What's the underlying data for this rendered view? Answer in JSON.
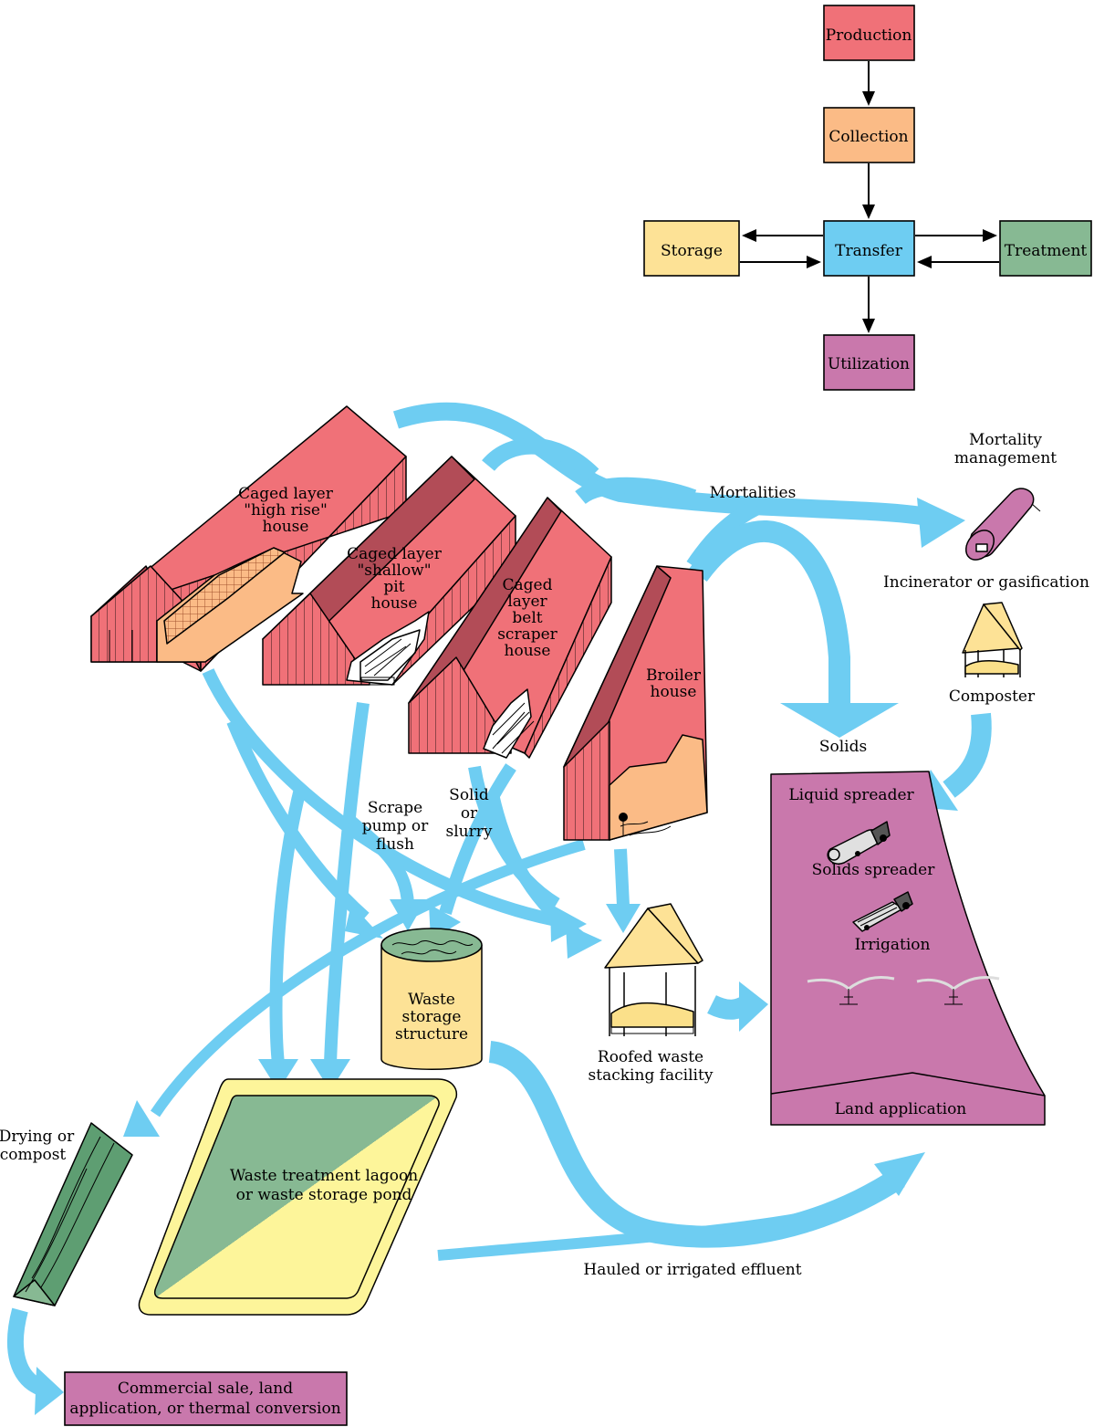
{
  "colors": {
    "production": "#f07178",
    "collection": "#fbbb86",
    "transfer": "#6ecdf2",
    "storage": "#fde296",
    "treatment": "#87b993",
    "utilization": "#c978ac",
    "flow": "#6ecdf2",
    "house": "#f07178",
    "house_dark": "#b24c57",
    "lagoon_green": "#87b993",
    "lagoon_yellow": "#fdf59a",
    "compost_green": "#5e9e72"
  },
  "legend": {
    "production": "Production",
    "collection": "Collection",
    "transfer": "Transfer",
    "storage": "Storage",
    "treatment": "Treatment",
    "utilization": "Utilization"
  },
  "houses": {
    "high_rise": [
      "Caged layer",
      "\"high rise\"",
      "house"
    ],
    "shallow_pit": [
      "Caged layer",
      "\"shallow\"",
      "pit",
      "house"
    ],
    "belt_scraper": [
      "Caged",
      "layer",
      "belt",
      "scraper",
      "house"
    ],
    "broiler": [
      "Broiler",
      "house"
    ]
  },
  "labels": {
    "mortality_management": [
      "Mortality",
      "management"
    ],
    "mortalities": "Mortalities",
    "incinerator": "Incinerator or gasification",
    "composter": "Composter",
    "solids": "Solids",
    "scrape": [
      "Scrape",
      "pump or",
      "flush"
    ],
    "solid_slurry": [
      "Solid",
      "or",
      "slurry"
    ],
    "waste_storage_structure": [
      "Waste",
      "storage",
      "structure"
    ],
    "roofed_facility": [
      "Roofed waste",
      "stacking facility"
    ],
    "liquid_spreader": "Liquid spreader",
    "solids_spreader": "Solids spreader",
    "irrigation": "Irrigation",
    "land_application": "Land application",
    "drying_compost": [
      "Drying or",
      "compost"
    ],
    "lagoon": [
      "Waste treatment lagoon",
      "or waste storage pond"
    ],
    "hauled_effluent": "Hauled or irrigated effluent",
    "commercial_sale": [
      "Commercial sale, land",
      "application, or thermal conversion"
    ]
  }
}
